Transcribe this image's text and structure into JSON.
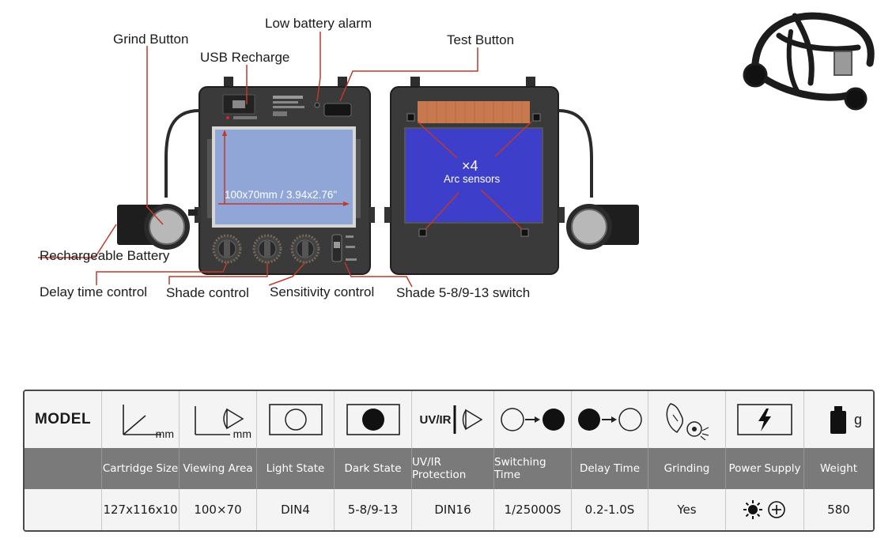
{
  "callouts": {
    "grind_button": "Grind Button",
    "usb_recharge": "USB Recharge",
    "low_battery_alarm": "Low battery  alarm",
    "test_button": "Test Button",
    "rechargeable_battery": "Rechargeable Battery",
    "delay_time_control": "Delay time control",
    "shade_control": "Shade control",
    "sensitivity_control": "Sensitivity control",
    "shade_switch": "Shade 5-8/9-13 switch"
  },
  "cartridge": {
    "viewing_dimension": "100x70mm / 3.94x2.76\"",
    "sensor_count": "×4",
    "sensor_label": "Arc sensors"
  },
  "table": {
    "model_label": "MODEL",
    "unit_mm": "mm",
    "unit_g": "g",
    "uvir_text": "UV/IR",
    "columns": [
      {
        "label": "Cartridge Size",
        "value": "127x116x10",
        "icon": "cartridge-size-icon"
      },
      {
        "label": "Viewing Area",
        "value": "100×70",
        "icon": "viewing-area-icon"
      },
      {
        "label": "Light State",
        "value": "DIN4",
        "icon": "light-state-icon"
      },
      {
        "label": "Dark State",
        "value": "5-8/9-13",
        "icon": "dark-state-icon"
      },
      {
        "label": "UV/IR Protection",
        "value": "DIN16",
        "icon": "uvir-protection-icon"
      },
      {
        "label": "Switching Time",
        "value": "1/25000S",
        "icon": "switching-time-icon"
      },
      {
        "label": "Delay Time",
        "value": "0.2-1.0S",
        "icon": "delay-time-icon"
      },
      {
        "label": "Grinding",
        "value": "Yes",
        "icon": "grinding-icon"
      },
      {
        "label": "Power Supply",
        "value": "",
        "icon": "power-supply-icon"
      },
      {
        "label": "Weight",
        "value": "580",
        "icon": "weight-icon"
      }
    ]
  },
  "colors": {
    "lens_light": "#8fa6d6",
    "lens_dark": "#3d3ec9",
    "solar_panel": "#c8784e",
    "header_gray": "#7a7a7a"
  }
}
